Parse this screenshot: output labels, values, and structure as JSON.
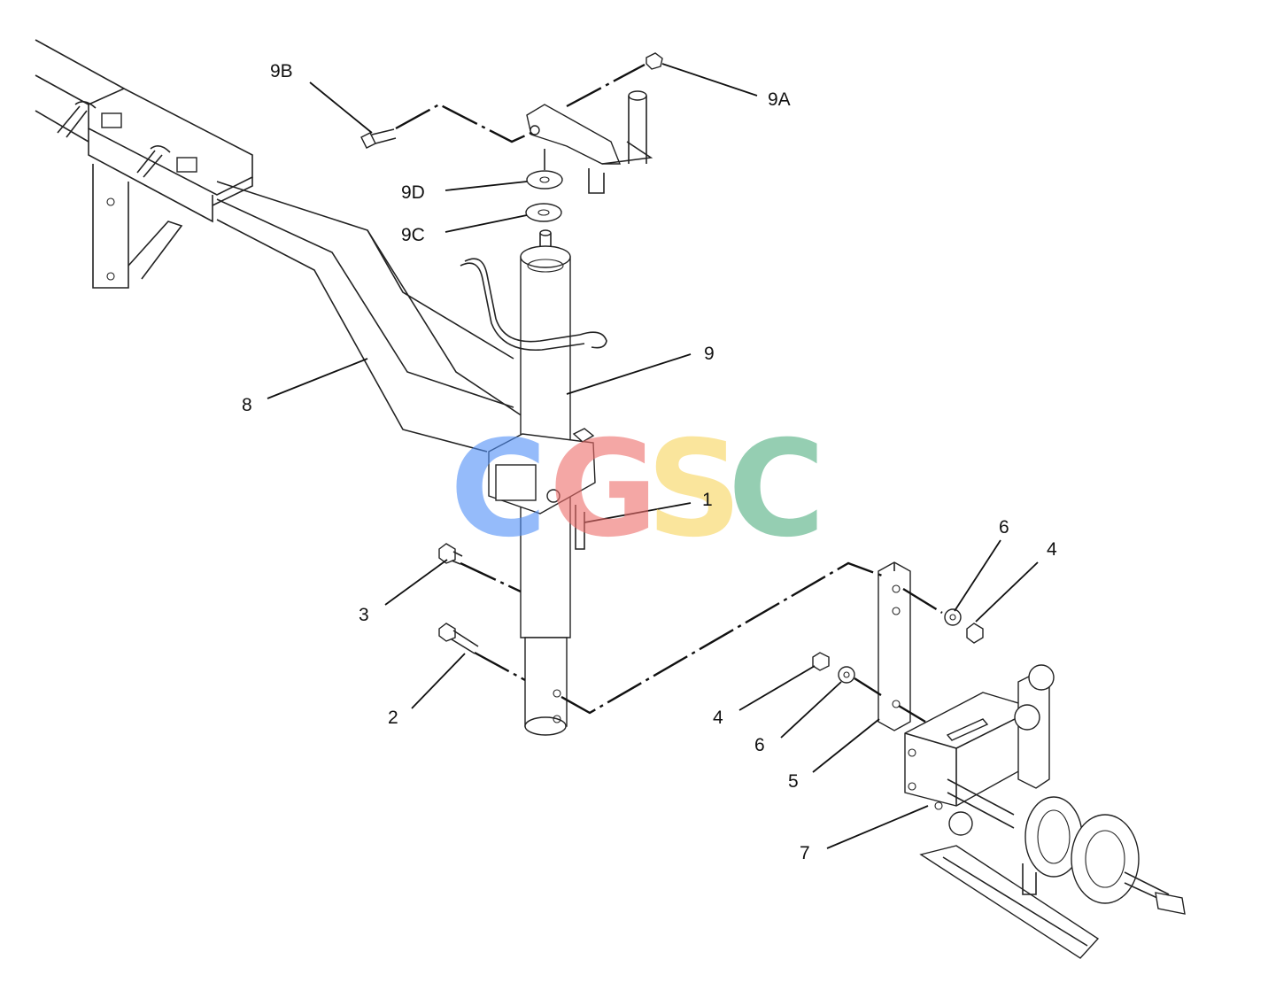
{
  "callouts": [
    {
      "id": "9B",
      "label": "9B"
    },
    {
      "id": "9A",
      "label": "9A"
    },
    {
      "id": "9D",
      "label": "9D"
    },
    {
      "id": "9C",
      "label": "9C"
    },
    {
      "id": "9",
      "label": "9"
    },
    {
      "id": "8",
      "label": "8"
    },
    {
      "id": "1",
      "label": "1"
    },
    {
      "id": "6a",
      "label": "6"
    },
    {
      "id": "4a",
      "label": "4"
    },
    {
      "id": "3",
      "label": "3"
    },
    {
      "id": "2",
      "label": "2"
    },
    {
      "id": "4b",
      "label": "4"
    },
    {
      "id": "6b",
      "label": "6"
    },
    {
      "id": "5",
      "label": "5"
    },
    {
      "id": "7",
      "label": "7"
    }
  ],
  "watermark": {
    "letters": [
      "C",
      "G",
      "S",
      "C"
    ],
    "colors": [
      "#4f8ff7",
      "#ee6e6b",
      "#f8d45c",
      "#4fae80"
    ]
  }
}
